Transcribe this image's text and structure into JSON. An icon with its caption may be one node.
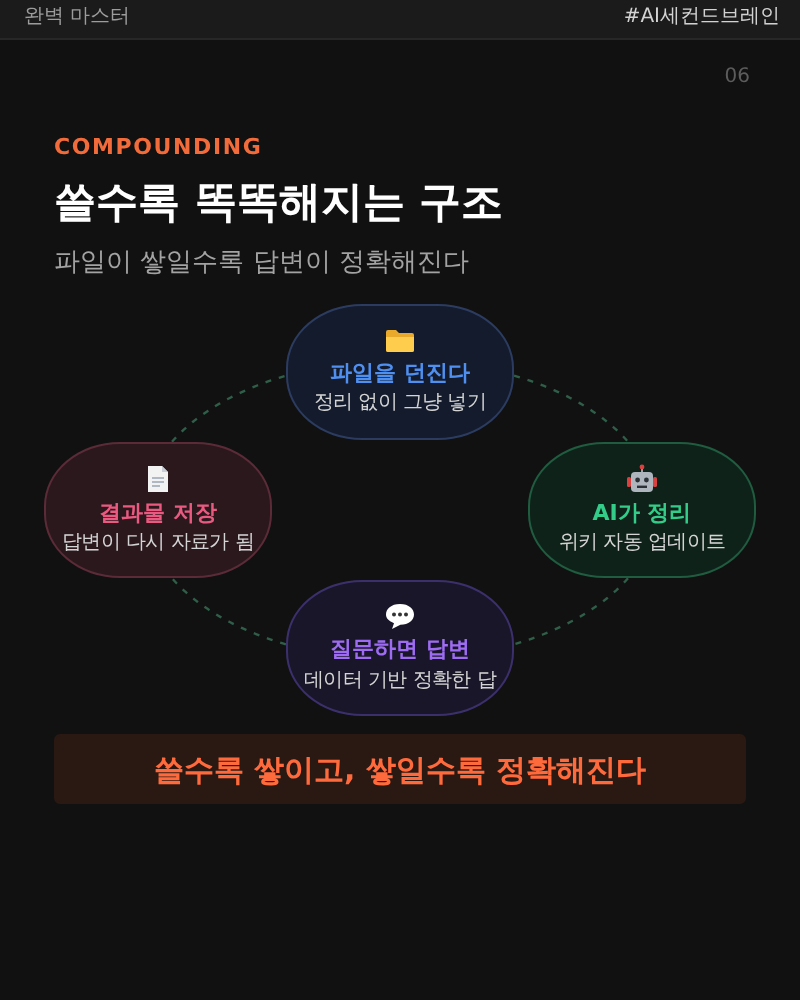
{
  "diagram": {
    "title": "쓸수록 똑똑해지는 구조",
    "nodes": [
      {
        "text": [
          "파일을 던진다",
          "정리 없이 그냥 넣기"
        ]
      },
      {
        "text": [
          "결과물 저장",
          "답변이 다시 자료가 됨"
        ]
      },
      {
        "text": [
          "AI가 정리",
          "위키 자동 업데이트"
        ]
      },
      {
        "text": [
          "질문하면 답변",
          "데이터 기반 정확한 답"
        ]
      },
      {
        "text": [
          "쓸수록 쌓이고, 쌓일수록 정확해진다"
        ]
      }
    ],
    "edges": [
      {
        "from": 0,
        "to": 2,
        "arrow": "none",
        "style": "dashed"
      },
      {
        "from": 2,
        "to": 3,
        "arrow": "none",
        "style": "dashed"
      },
      {
        "from": 3,
        "to": 1,
        "arrow": "none",
        "style": "dashed"
      },
      {
        "from": 1,
        "to": 0,
        "arrow": "none",
        "style": "dashed"
      }
    ],
    "labels": [
      "완벽 마스터",
      "#AI세컨드브레인",
      "06",
      "COMPOUNDING",
      "파일이 쌓일수록 답변이 정확해진다"
    ]
  }
}
